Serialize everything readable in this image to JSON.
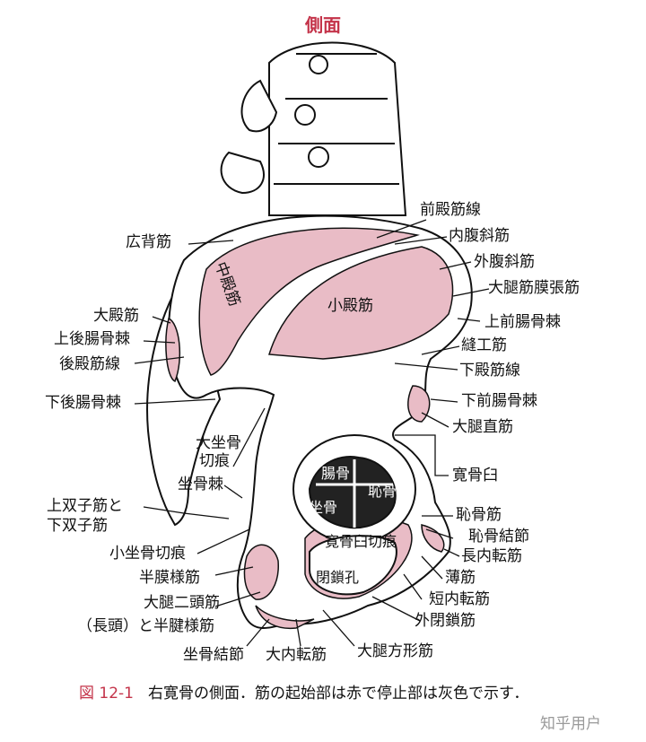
{
  "title": "側面",
  "labels": {
    "kohai": "広背筋",
    "dai_den": "大殿筋",
    "jo_kocho": "上後腸骨棘",
    "ko_den_sen": "後殿筋線",
    "ka_kocho": "下後腸骨棘",
    "dai_zakotsu": "大坐骨",
    "kekkon": "切痕",
    "zakotsu_kyoku": "坐骨棘",
    "jo_soshi": "上双子筋と",
    "ka_soshi": "下双子筋",
    "sho_zakotsu": "小坐骨切痕",
    "hanmaku": "半膜様筋",
    "dainitou": "大腿二頭筋",
    "choto": "（長頭）と半腱様筋",
    "zakotsu_kessetsu": "坐骨結節",
    "dai_naiten": "大内転筋",
    "dai_hokei": "大腿方形筋",
    "gai_heisa": "外閉鎖筋",
    "tan_naiten": "短内転筋",
    "hakkin": "薄筋",
    "cho_naiten": "長内転筋",
    "chikotsu_kessetsu": "恥骨結節",
    "chikotsu": "恥骨筋",
    "kankotsu_kyu": "寛骨臼",
    "dai_tai_choku": "大腿直筋",
    "ka_zen_kocho": "下前腸骨棘",
    "ka_den_sen": "下殿筋線",
    "hoko": "縫工筋",
    "jo_zen_kocho": "上前腸骨棘",
    "dai_tai_maku": "大腿筋膜張筋",
    "gai_fukushai": "外腹斜筋",
    "nai_fukushai": "内腹斜筋",
    "zen_den_sen": "前殿筋線",
    "sho_den": "小殿筋",
    "chu_den": "中殿筋"
  },
  "inner": {
    "cho": "腸骨",
    "za": "坐骨",
    "chi": "恥骨",
    "kankotsu_kekkon": "寛骨臼切痕",
    "heisa_ko": "閉鎖孔"
  },
  "caption": {
    "fig": "図 12-1",
    "text": "右寛骨の側面．筋の起始部は赤で停止部は灰色で示す．"
  },
  "watermark": "知乎用户",
  "colors": {
    "origin": "#e9bcc6",
    "accent": "#c4344a",
    "line": "#111111"
  }
}
